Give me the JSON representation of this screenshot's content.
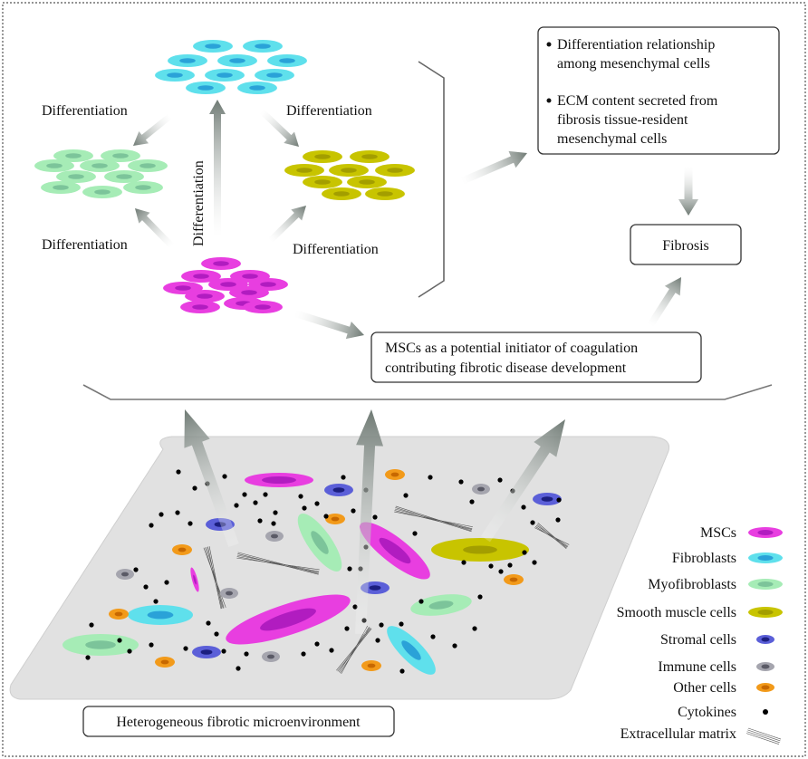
{
  "labels": {
    "diff_top_left": "Differentiation",
    "diff_top_right": "Differentiation",
    "diff_vertical": "Differentiation",
    "diff_bottom_left": "Differentiation",
    "diff_bottom_right": "Differentiation"
  },
  "info_box": {
    "bullets": [
      {
        "lines": [
          "Differentiation relationship",
          "among mesenchymal cells"
        ]
      },
      {
        "lines": [
          "ECM content secreted from",
          "fibrosis tissue-resident",
          "mesenchymal cells"
        ]
      }
    ]
  },
  "fibrosis_box": {
    "label": "Fibrosis"
  },
  "msc_box": {
    "line1": "MSCs as a potential initiator of coagulation",
    "line2": "contributing fibrotic disease development"
  },
  "micro_box": {
    "label": "Heterogeneous fibrotic microenvironment"
  },
  "legend": [
    {
      "label": "MSCs",
      "type": "cell",
      "outer": "#e83ee0",
      "inner": "#b11cc0"
    },
    {
      "label": "Fibroblasts",
      "type": "cell",
      "outer": "#5fe0ec",
      "inner": "#2aa2d8"
    },
    {
      "label": "Myofibroblasts",
      "type": "cell",
      "outer": "#a6ecb6",
      "inner": "#7cc49a"
    },
    {
      "label": "Smooth muscle cells",
      "type": "cell",
      "outer": "#c8c400",
      "inner": "#a39e00"
    },
    {
      "label": "Stromal cells",
      "type": "cell",
      "outer": "#5b5fd8",
      "inner": "#1c1f80"
    },
    {
      "label": "Immune cells",
      "type": "cell",
      "outer": "#a5a5ae",
      "inner": "#5a5a66"
    },
    {
      "label": "Other cells",
      "type": "cell",
      "outer": "#f29a1a",
      "inner": "#c76800"
    },
    {
      "label": "Cytokines",
      "type": "dot"
    },
    {
      "label": "Extracellular matrix",
      "type": "ecm"
    }
  ],
  "colors": {
    "msc": "#e83ee0",
    "msc_inner": "#b11cc0",
    "fibroblast": "#5fe0ec",
    "fibroblast_inner": "#2aa2d8",
    "myofibroblast": "#a6ecb6",
    "myofibroblast_inner": "#7cc49a",
    "smooth_muscle": "#c8c400",
    "smooth_muscle_inner": "#a39e00",
    "stromal": "#5b5fd8",
    "stromal_inner": "#1c1f80",
    "immune": "#a5a5ae",
    "immune_inner": "#5a5a66",
    "other": "#f29a1a",
    "other_inner": "#c76800",
    "arrow": "#7f8a84"
  }
}
